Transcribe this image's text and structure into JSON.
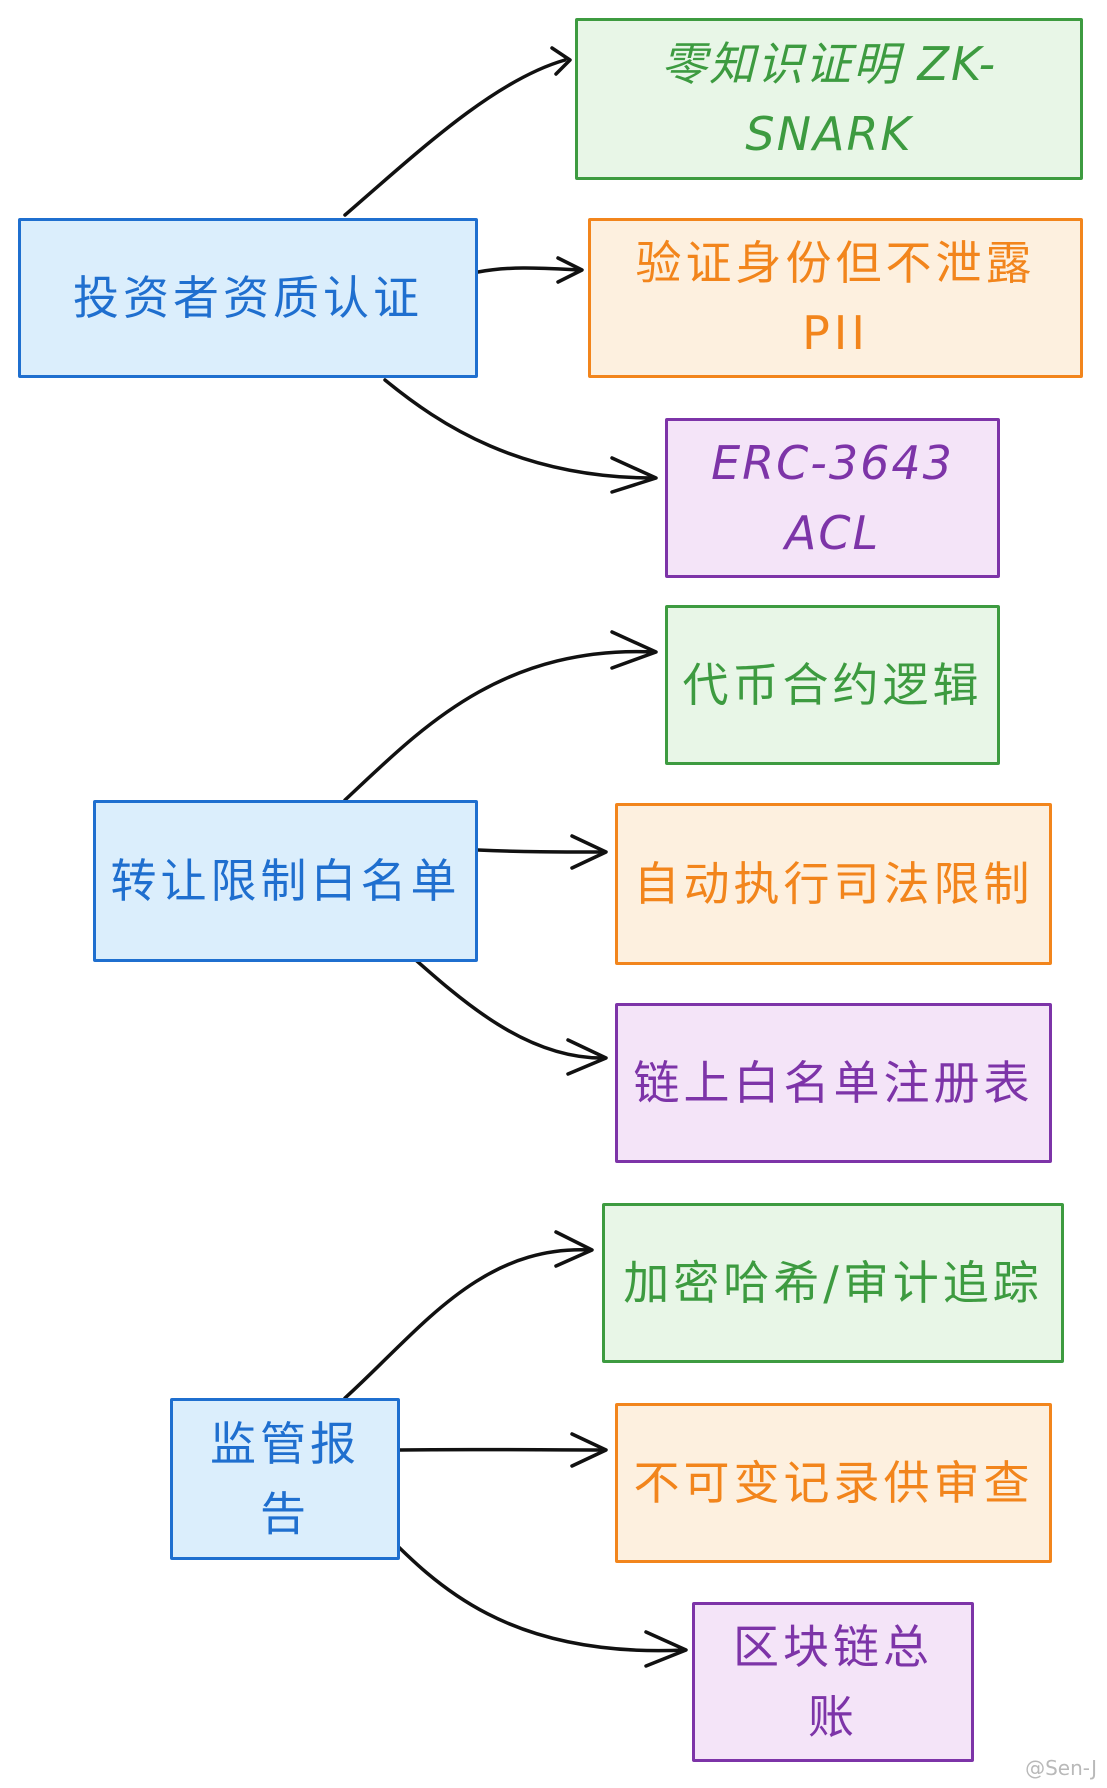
{
  "diagram": {
    "roots": [
      {
        "id": "r1",
        "label": "投资者资质认证",
        "color": "blue"
      },
      {
        "id": "r2",
        "label": "转让限制白名单",
        "color": "blue"
      },
      {
        "id": "r3",
        "label": "监管报告",
        "color": "blue"
      }
    ],
    "leaves": [
      {
        "id": "l1",
        "parent": "r1",
        "label": "零知识证明 ZK-SNARK",
        "color": "green"
      },
      {
        "id": "l2",
        "parent": "r1",
        "label": "验证身份但不泄露PII",
        "color": "orange"
      },
      {
        "id": "l3",
        "parent": "r1",
        "label": "ERC-3643 ACL",
        "color": "purple"
      },
      {
        "id": "l4",
        "parent": "r2",
        "label": "代币合约逻辑",
        "color": "green"
      },
      {
        "id": "l5",
        "parent": "r2",
        "label": "自动执行司法限制",
        "color": "orange"
      },
      {
        "id": "l6",
        "parent": "r2",
        "label": "链上白名单注册表",
        "color": "purple"
      },
      {
        "id": "l7",
        "parent": "r3",
        "label": "加密哈希/审计追踪",
        "color": "green"
      },
      {
        "id": "l8",
        "parent": "r3",
        "label": "不可变记录供审查",
        "color": "orange"
      },
      {
        "id": "l9",
        "parent": "r3",
        "label": "区块链总账",
        "color": "purple"
      }
    ]
  },
  "colors": {
    "blue": "#1f6fcf",
    "green": "#3d9b40",
    "orange": "#f2851c",
    "purple": "#7d34a8",
    "edge": "#111111"
  },
  "watermark": "@Sen-J"
}
